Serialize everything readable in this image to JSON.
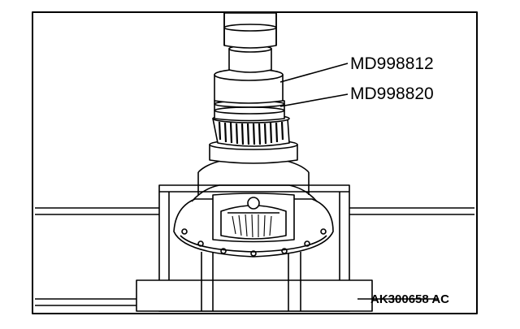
{
  "callouts": {
    "tool_upper": "MD998812",
    "tool_lower": "MD998820"
  },
  "figure_id": "AK300658 AC"
}
